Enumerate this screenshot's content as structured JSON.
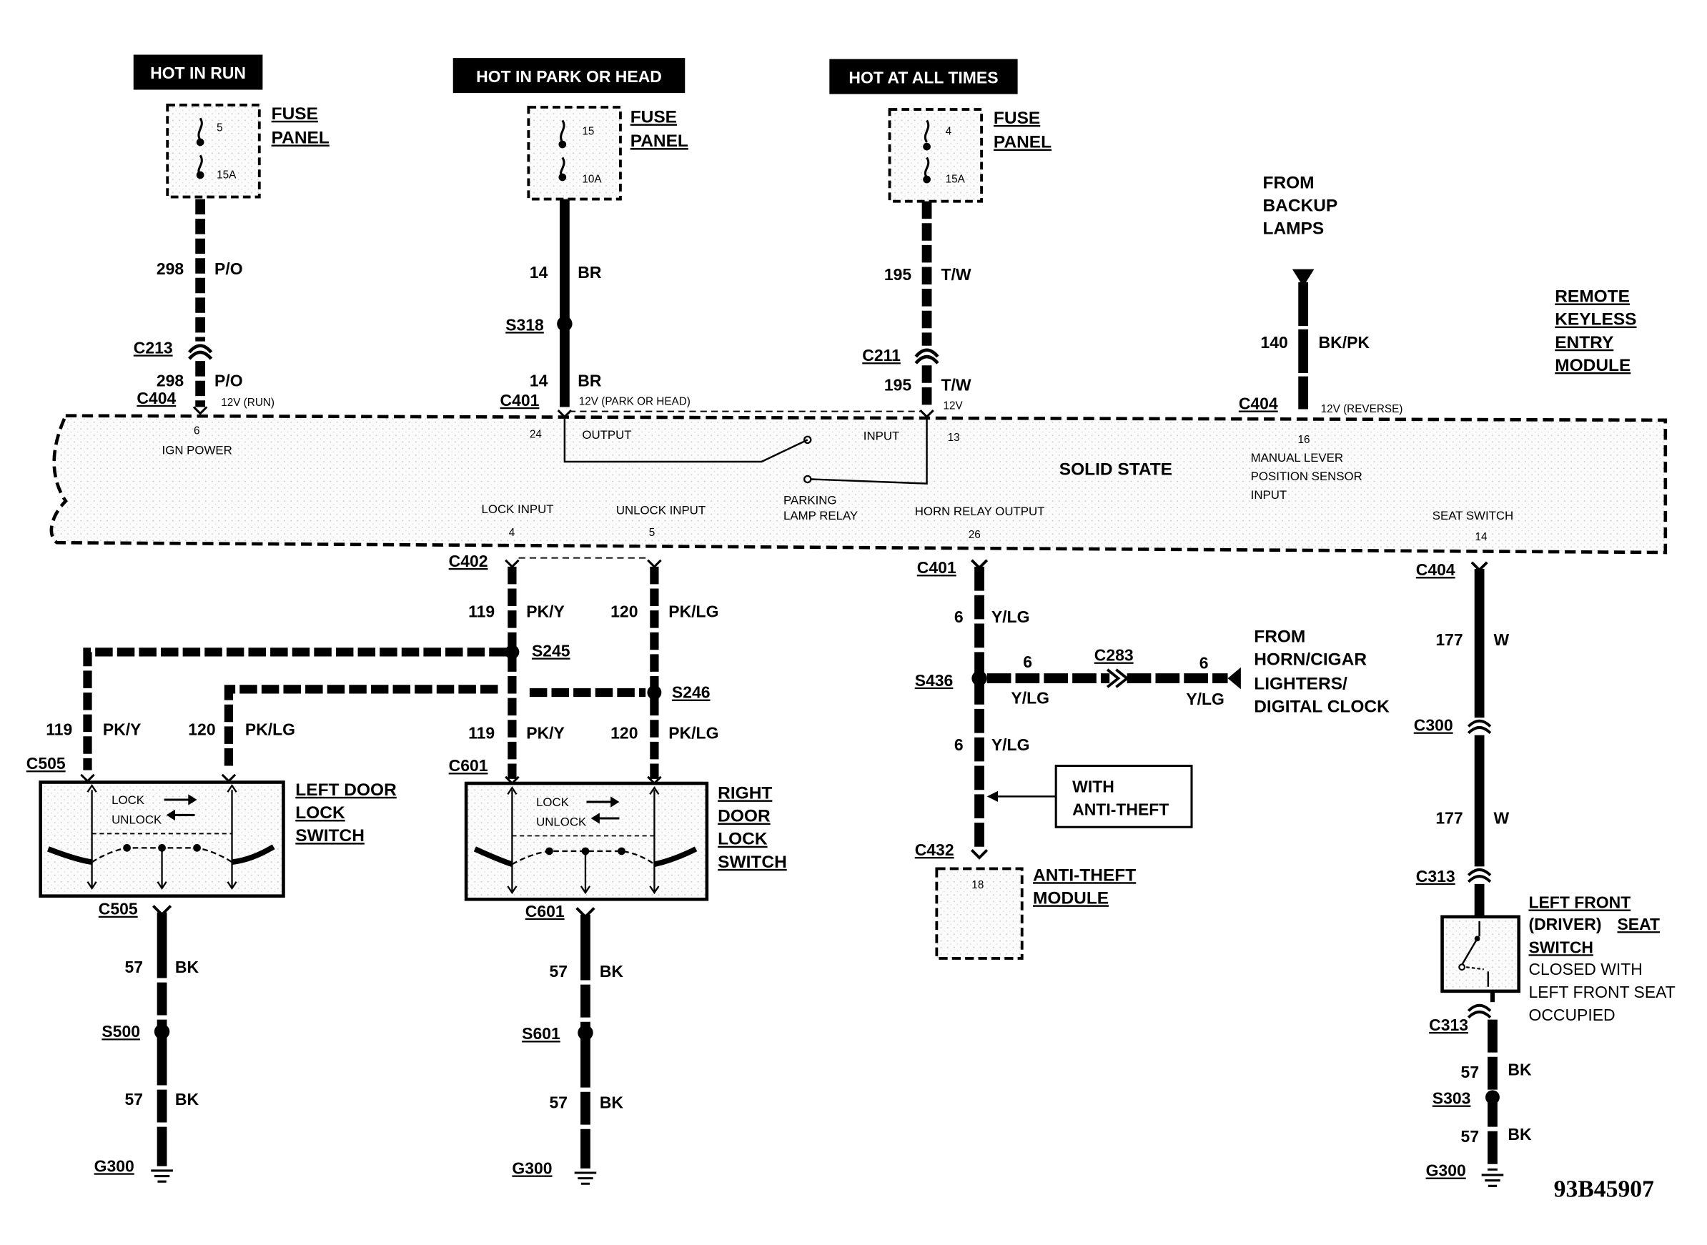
{
  "headers": {
    "hot_in_run": "HOT IN RUN",
    "hot_in_park_or_head": "HOT IN PARK OR HEAD",
    "hot_at_all_times": "HOT AT ALL TIMES"
  },
  "fuse_panel_label": {
    "line1": "FUSE",
    "line2": "PANEL"
  },
  "fuses": [
    {
      "number": "5",
      "rating": "15A"
    },
    {
      "number": "15",
      "rating": "10A"
    },
    {
      "number": "4",
      "rating": "15A"
    }
  ],
  "circuits": {
    "c1": {
      "id": "298",
      "color": "P/O"
    },
    "c2": {
      "id": "14",
      "color": "BR"
    },
    "c3": {
      "id": "195",
      "color": "T/W"
    },
    "c4": {
      "id": "140",
      "color": "BK/PK"
    },
    "pky": {
      "id": "119",
      "color": "PK/Y"
    },
    "pklg": {
      "id": "120",
      "color": "PK/LG"
    },
    "ylg": {
      "id": "6",
      "color": "Y/LG"
    },
    "w": {
      "id": "177",
      "color": "W"
    },
    "bk": {
      "id": "57",
      "color": "BK"
    }
  },
  "connectors": {
    "c213": "C213",
    "c404": "C404",
    "s318": "S318",
    "c401": "C401",
    "c211": "C211",
    "c402": "C402",
    "s245": "S245",
    "s246": "S246",
    "c505": "C505",
    "c601": "C601",
    "s500": "S500",
    "s601": "S601",
    "g300": "G300",
    "s436": "S436",
    "c283": "C283",
    "c432": "C432",
    "c300": "C300",
    "c313": "C313",
    "s303": "S303"
  },
  "from_backup": {
    "line1": "FROM",
    "line2": "BACKUP",
    "line3": "LAMPS"
  },
  "module": {
    "name_lines": [
      "REMOTE",
      "KEYLESS",
      "ENTRY",
      "MODULE"
    ],
    "solid_state": "SOLID STATE",
    "pins": {
      "p6": {
        "num": "6",
        "label": "IGN POWER",
        "voltage": "12V (RUN)"
      },
      "p24": {
        "num": "24",
        "label": "OUTPUT",
        "voltage": "12V (PARK OR HEAD)"
      },
      "p13": {
        "num": "13",
        "label": "INPUT",
        "voltage": "12V"
      },
      "p16": {
        "num": "16",
        "label_lines": [
          "MANUAL LEVER",
          "POSITION  SENSOR",
          "INPUT"
        ],
        "voltage": "12V (REVERSE)"
      },
      "p4": {
        "num": "4",
        "label": "LOCK INPUT"
      },
      "p5": {
        "num": "5",
        "label": "UNLOCK INPUT"
      },
      "p26": {
        "num": "26",
        "label": "HORN RELAY OUTPUT"
      },
      "p14": {
        "num": "14",
        "label": "SEAT SWITCH"
      }
    },
    "relay_lines": [
      "PARKING",
      "LAMP RELAY"
    ]
  },
  "left_switch": {
    "lock": "LOCK",
    "unlock": "UNLOCK",
    "title_lines": [
      "LEFT DOOR",
      "LOCK",
      "SWITCH"
    ]
  },
  "right_switch": {
    "lock": "LOCK",
    "unlock": "UNLOCK",
    "title_lines": [
      "RIGHT",
      "DOOR",
      "LOCK",
      "SWITCH"
    ]
  },
  "from_horn": {
    "line1": "FROM",
    "line2": "HORN/CIGAR",
    "line3": "LIGHTERS/",
    "line4": "DIGITAL CLOCK"
  },
  "with_anti_theft": {
    "line1": "WITH",
    "line2": "ANTI-THEFT"
  },
  "anti_theft_module": {
    "pin": "18",
    "line1": "ANTI-THEFT",
    "line2": "MODULE"
  },
  "seat_switch": {
    "line1": "LEFT FRONT",
    "line2a": "(DRIVER)",
    "line2b": "SEAT",
    "line3": "SWITCH",
    "line4": "CLOSED WITH",
    "line5": "LEFT FRONT SEAT",
    "line6": "OCCUPIED"
  },
  "figure_ref": "93B45907"
}
